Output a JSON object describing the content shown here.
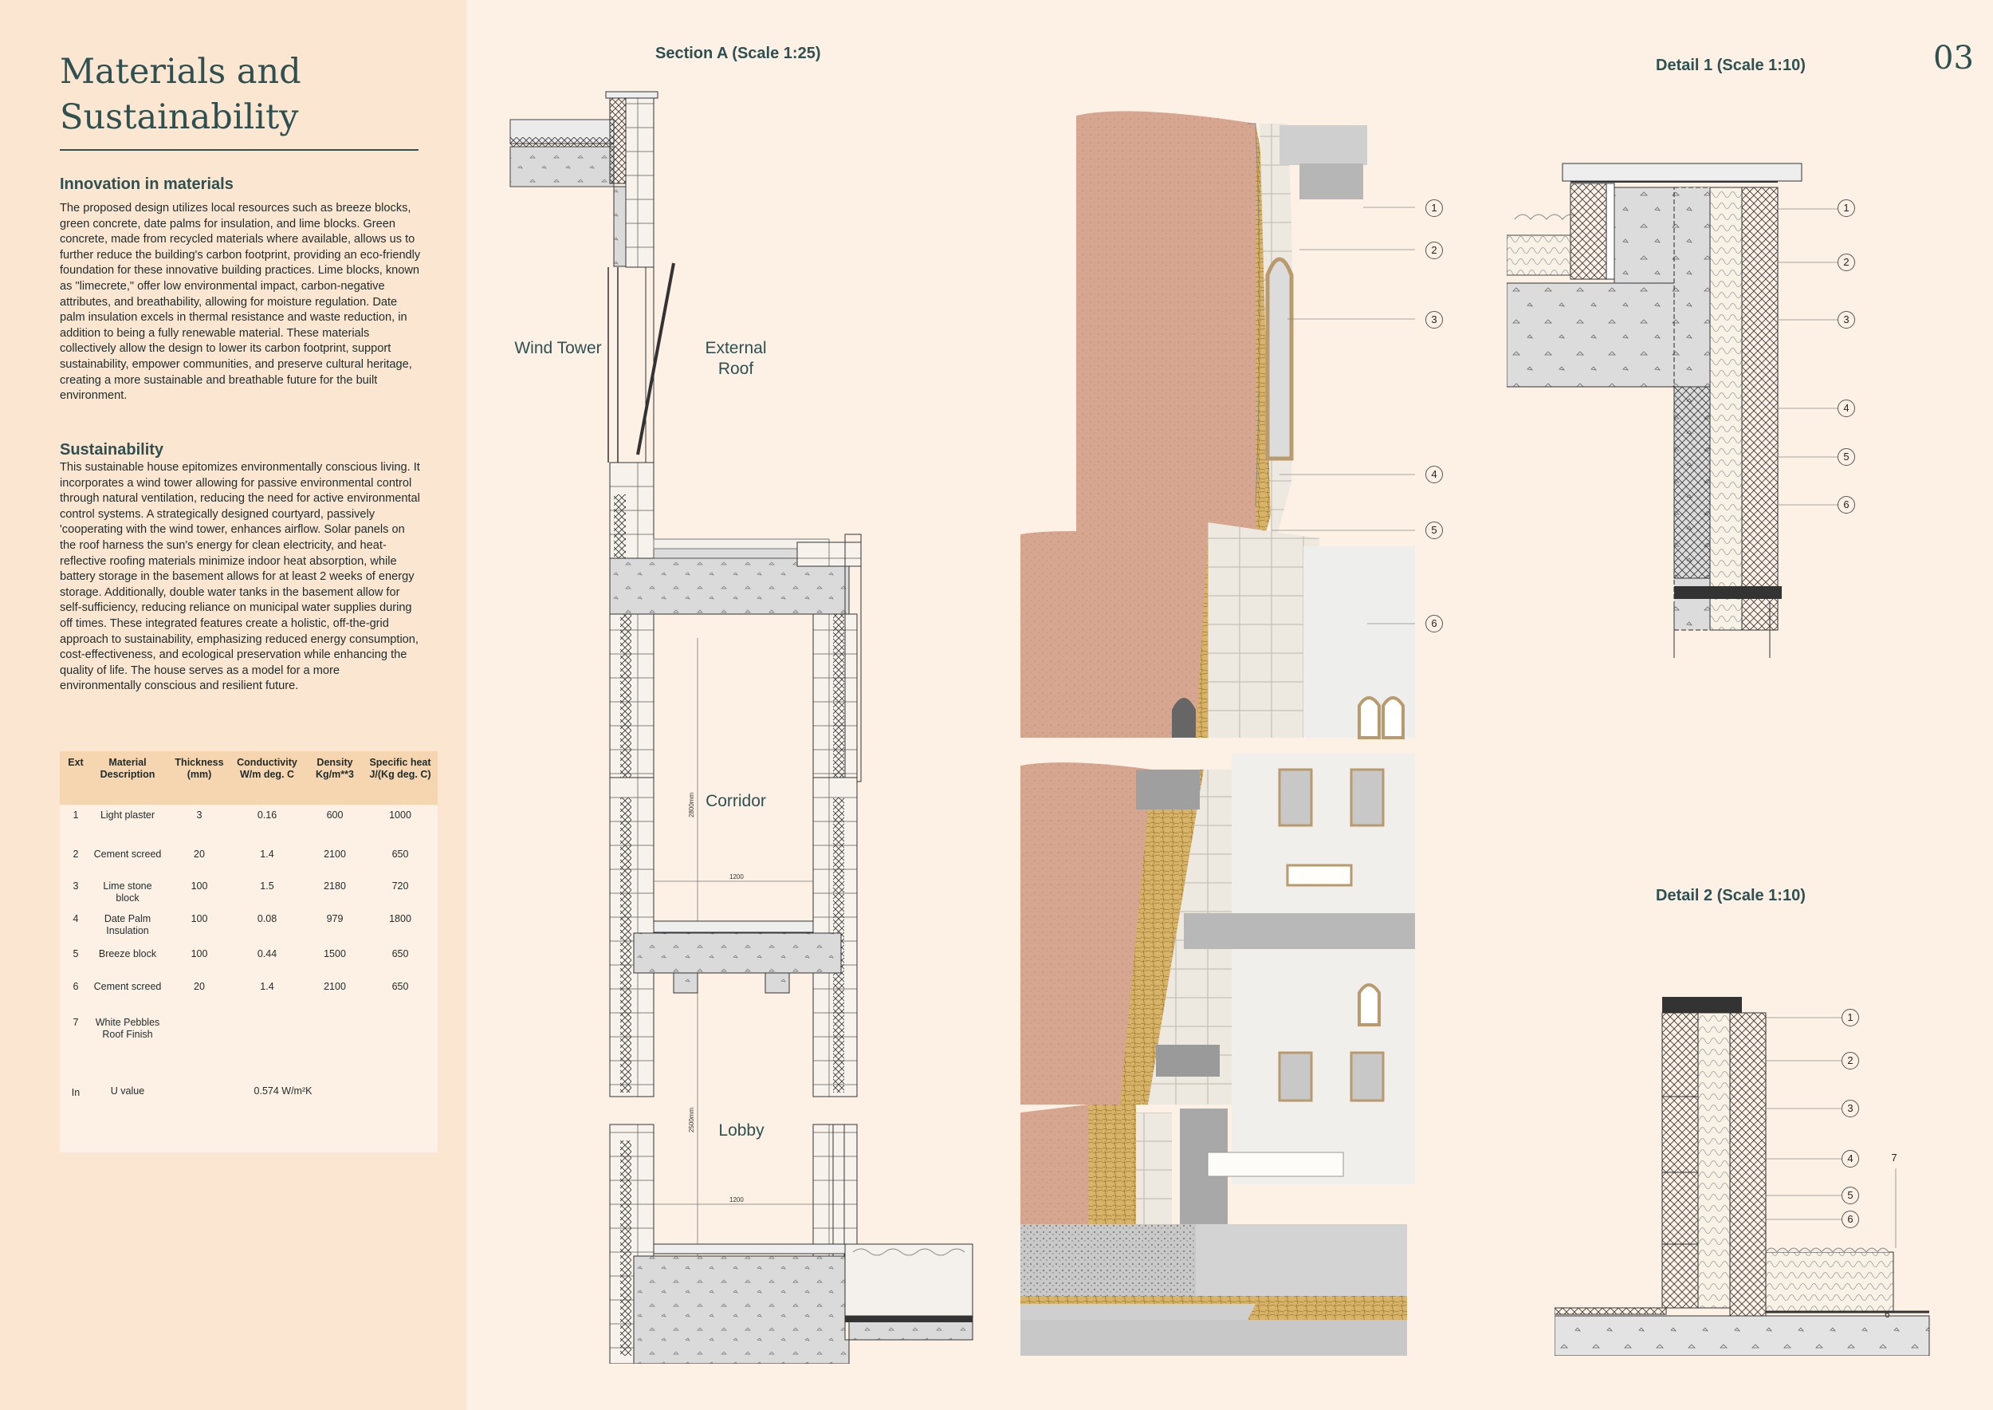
{
  "page_number": "03",
  "sidebar": {
    "title_line1": "Materials and",
    "title_line2": "Sustainability",
    "innovation_heading": "Innovation in materials",
    "innovation_text": "The proposed design utilizes local resources such as breeze blocks, green concrete, date palms for insulation, and lime blocks. Green concrete, made from recycled materials where available, allows us to further reduce the building's carbon footprint, providing an eco-friendly foundation for these innovative building practices. Lime blocks, known as \"limecrete,\" offer low environmental impact, carbon-negative attributes, and breathability, allowing for moisture regulation. Date palm insulation excels in thermal resistance and waste reduction, in addition to being a fully renewable material. These materials collectively allow the design to lower its carbon footprint, support sustainability, empower communities, and preserve cultural heritage, creating a more sustainable and breathable future for the built environment.",
    "sustainability_heading": "Sustainability",
    "sustainability_text": "This sustainable house epitomizes environmentally conscious living. It incorporates a wind tower allowing for passive environmental control through natural ventilation, reducing the need for active environmental control systems. A strategically designed courtyard, passively 'cooperating with the wind tower, enhances airflow. Solar panels on the roof harness the sun's energy for clean electricity, and heat-reflective roofing materials minimize indoor heat absorption, while battery storage in the basement allows for at least 2 weeks of energy storage. Additionally, double water tanks in the basement allow for self-sufficiency, reducing reliance on municipal water supplies during off times. These integrated features create a holistic, off-the-grid approach to sustainability, emphasizing reduced energy consumption, cost-effectiveness, and ecological preservation while enhancing the quality of life. The house serves as a model for a more environmentally conscious and resilient future."
  },
  "material_table": {
    "headers": {
      "ext": "Ext",
      "material_1": "Material",
      "material_2": "Description",
      "thickness_1": "Thickness",
      "thickness_2": "(mm)",
      "conductivity_1": "Conductivity",
      "conductivity_2": "W/m deg. C",
      "density_1": "Density",
      "density_2": "Kg/m**3",
      "heat_1": "Specific heat",
      "heat_2": "J/(Kg deg. C)"
    },
    "rows": [
      {
        "n": "1",
        "mat1": "Light plaster",
        "mat2": "",
        "t": "3",
        "k": "0.16",
        "d": "600",
        "c": "1000"
      },
      {
        "n": "2",
        "mat1": "Cement screed",
        "mat2": "",
        "t": "20",
        "k": "1.4",
        "d": "2100",
        "c": "650"
      },
      {
        "n": "3",
        "mat1": "Lime stone",
        "mat2": "block",
        "t": "100",
        "k": "1.5",
        "d": "2180",
        "c": "720"
      },
      {
        "n": "4",
        "mat1": "Date Palm",
        "mat2": "Insulation",
        "t": "100",
        "k": "0.08",
        "d": "979",
        "c": "1800"
      },
      {
        "n": "5",
        "mat1": "Breeze block",
        "mat2": "",
        "t": "100",
        "k": "0.44",
        "d": "1500",
        "c": "650"
      },
      {
        "n": "6",
        "mat1": "Cement screed",
        "mat2": "",
        "t": "20",
        "k": "1.4",
        "d": "2100",
        "c": "650"
      },
      {
        "n": "7",
        "mat1": "White Pebbles",
        "mat2": "Roof Finish",
        "t": "",
        "k": "",
        "d": "",
        "c": ""
      }
    ],
    "u_row": {
      "label_in": "In",
      "label": "U value",
      "value": "0.574 W/m²K"
    }
  },
  "section_a": {
    "title": "Section A (Scale 1:25)",
    "label_wind_tower": "Wind Tower",
    "label_external_1": "External",
    "label_external_2": "Roof",
    "label_corridor": "Corridor",
    "label_lobby": "Lobby",
    "dim_2800": "2800mm",
    "dim_1200a": "1200",
    "dim_2500": "2500mm",
    "dim_1200b": "1200"
  },
  "axonometric": {
    "callouts": [
      "1",
      "2",
      "3",
      "4",
      "5",
      "6"
    ]
  },
  "detail1": {
    "title": "Detail 1 (Scale 1:10)",
    "callouts": [
      "1",
      "2",
      "3",
      "4",
      "5",
      "6"
    ]
  },
  "detail2": {
    "title": "Detail 2 (Scale 1:10)",
    "callouts": [
      "1",
      "2",
      "3",
      "4",
      "5",
      "6",
      "7"
    ],
    "floor_mark": "6"
  },
  "colors": {
    "sidebar_bg": "#fbe7d1",
    "page_bg": "#fdf1e6",
    "heading": "#2f5050",
    "table_head": "#f6d6b0",
    "plaster": "#d9a994",
    "straw": "#d5b36a",
    "stone": "#ece8e0"
  }
}
